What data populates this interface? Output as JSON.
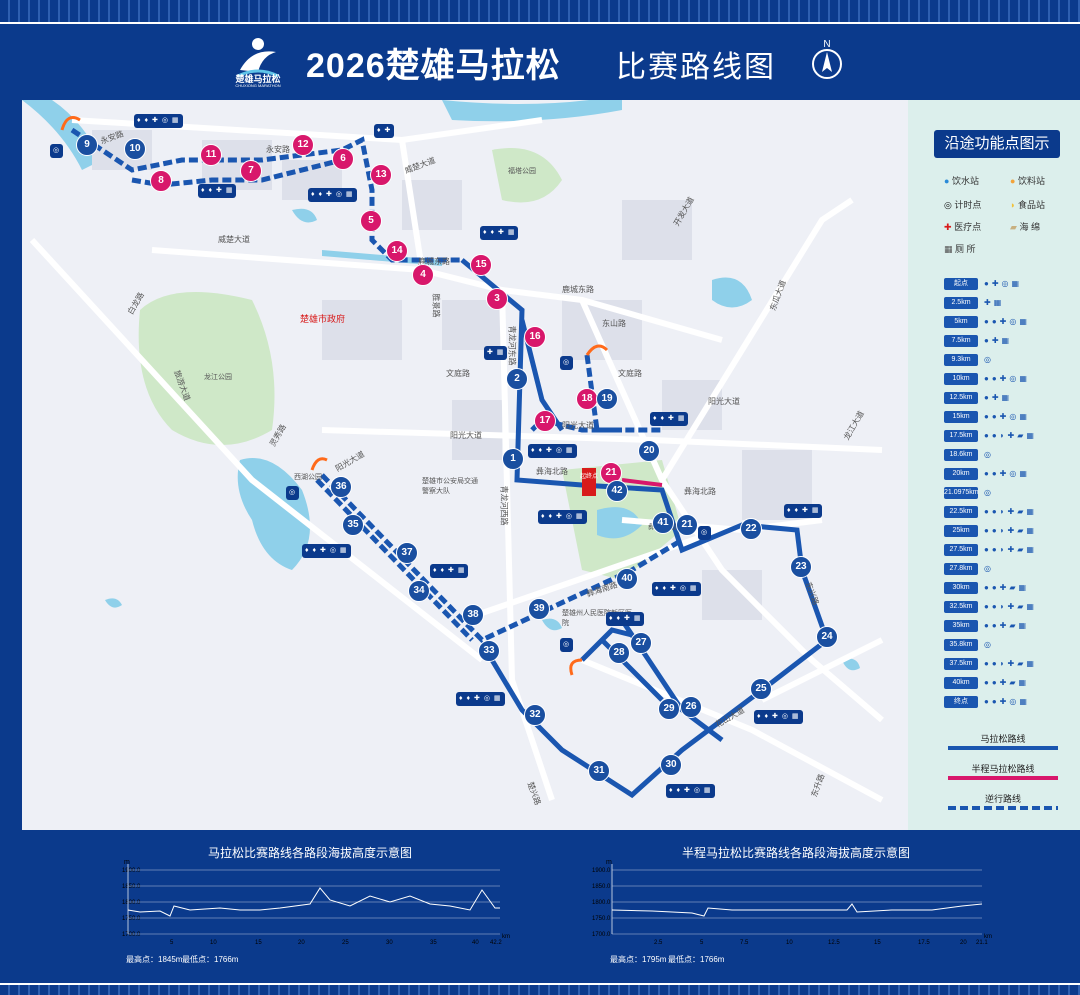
{
  "header": {
    "logo_text": "楚雄马拉松",
    "logo_sub": "CHUXIONG MARATHON",
    "title": "2026楚雄马拉松",
    "subtitle": "比赛路线图",
    "compass_letter": "N"
  },
  "map": {
    "streets": [
      {
        "label": "永安路"
      },
      {
        "label": "永安路"
      },
      {
        "label": "威楚大道"
      },
      {
        "label": "威楚大道"
      },
      {
        "label": "鹿城东路"
      },
      {
        "label": "鹿城东路"
      },
      {
        "label": "东山路"
      },
      {
        "label": "胜景路"
      },
      {
        "label": "文庭路"
      },
      {
        "label": "文庭路"
      },
      {
        "label": "阳光大道"
      },
      {
        "label": "阳光大道"
      },
      {
        "label": "阳光大道"
      },
      {
        "label": "彝海北路"
      },
      {
        "label": "彝海北路"
      },
      {
        "label": "彝海南路"
      },
      {
        "label": "东兴路"
      },
      {
        "label": "花山大道"
      },
      {
        "label": "东升路"
      },
      {
        "label": "开发大道"
      },
      {
        "label": "东瓜大道"
      },
      {
        "label": "龙江大道"
      },
      {
        "label": "白龙路"
      },
      {
        "label": "旅游大道"
      },
      {
        "label": "灵秀路"
      },
      {
        "label": "青龙河东路"
      },
      {
        "label": "青龙河西路"
      },
      {
        "label": "阳光大道"
      },
      {
        "label": "楚兴路"
      }
    ],
    "pois": [
      {
        "label": "福塔公园"
      },
      {
        "label": "龙江公园"
      },
      {
        "label": "楚雄市政府"
      },
      {
        "label": "彝海公园"
      },
      {
        "label": "楚雄州人民医院新区医院"
      },
      {
        "label": "楚雄市公安局交通警察大队"
      },
      {
        "label": "西湖公园"
      }
    ],
    "markers": [
      "1",
      "2",
      "3",
      "4",
      "5",
      "6",
      "7",
      "8",
      "9",
      "10",
      "11",
      "12",
      "13",
      "14",
      "15",
      "16",
      "17",
      "18",
      "19",
      "20",
      "21",
      "21",
      "22",
      "23",
      "24",
      "25",
      "26",
      "27",
      "28",
      "29",
      "30",
      "31",
      "32",
      "33",
      "34",
      "35",
      "36",
      "37",
      "38",
      "39",
      "40",
      "41",
      "42"
    ],
    "start_label": "起终点"
  },
  "legend": {
    "title": "沿途功能点图示",
    "icons": [
      {
        "label": "饮水站",
        "icon": "water-drop-icon"
      },
      {
        "label": "饮料站",
        "icon": "drink-icon"
      },
      {
        "label": "计时点",
        "icon": "timer-icon"
      },
      {
        "label": "食品站",
        "icon": "food-icon"
      },
      {
        "label": "医疗点",
        "icon": "medical-icon"
      },
      {
        "label": "海  绵",
        "icon": "sponge-icon"
      },
      {
        "label": "厕  所",
        "icon": "toilet-icon"
      }
    ],
    "km": [
      "起点",
      "2.5km",
      "5km",
      "7.5km",
      "9.3km",
      "10km",
      "12.5km",
      "15km",
      "17.5km",
      "18.6km",
      "20km",
      "21.0975km",
      "22.5km",
      "25km",
      "27.5km",
      "27.8km",
      "30km",
      "32.5km",
      "35km",
      "35.8km",
      "37.5km",
      "40km",
      "终点"
    ],
    "routes": [
      {
        "label": "马拉松路线",
        "color": "#1a56b0"
      },
      {
        "label": "半程马拉松路线",
        "color": "#d8176b"
      },
      {
        "label": "逆行路线",
        "color": "#1a56b0"
      }
    ]
  },
  "profiles": [
    {
      "title": "马拉松比赛路线各路段海拔高度示意图",
      "unit": "m",
      "y_ticks": [
        "1900.0",
        "1850.0",
        "1800.0",
        "1750.0",
        "1700.0"
      ],
      "x_ticks": [
        "5",
        "10",
        "15",
        "20",
        "25",
        "30",
        "35",
        "40",
        "42.2"
      ],
      "x_unit": "km",
      "max_label": "最高点：1845m",
      "min_label": "最低点：1766m"
    },
    {
      "title": "半程马拉松比赛路线各路段海拔高度示意图",
      "unit": "m",
      "y_ticks": [
        "1900.0",
        "1850.0",
        "1800.0",
        "1750.0",
        "1700.0"
      ],
      "x_ticks": [
        "2.5",
        "5",
        "7.5",
        "10",
        "12.5",
        "15",
        "17.5",
        "20",
        "21.1"
      ],
      "x_unit": "km",
      "max_label": "最高点：1795m",
      "min_label": "最低点：1766m"
    }
  ]
}
